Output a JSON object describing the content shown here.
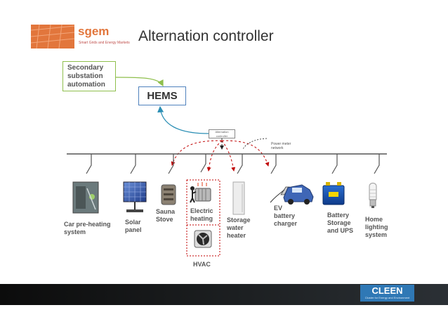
{
  "header": {
    "title": "Alternation controller",
    "logo_name": "sgem",
    "logo_tagline": "Smart Grids and Energy Markets"
  },
  "diagram": {
    "secondary_box": [
      "Secondary",
      "substation",
      "automation"
    ],
    "hems_label": "HEMS",
    "alternation_box": [
      "Alternation",
      "controller"
    ],
    "power_metering_label": [
      "Power meter",
      "network"
    ],
    "devices": [
      {
        "id": "car",
        "label": [
          "Car pre-heating",
          "system"
        ]
      },
      {
        "id": "solar",
        "label": [
          "Solar",
          "panel"
        ]
      },
      {
        "id": "sauna",
        "label": [
          "Sauna",
          "Stove"
        ]
      },
      {
        "id": "electric",
        "label": [
          "Electric",
          "heating"
        ]
      },
      {
        "id": "storage",
        "label": [
          "Storage",
          "water",
          "heater"
        ]
      },
      {
        "id": "ev",
        "label": [
          "EV",
          "battery",
          "charger"
        ]
      },
      {
        "id": "battery",
        "label": [
          "Battery",
          "Storage",
          "and UPS"
        ]
      },
      {
        "id": "home",
        "label": [
          "Home",
          "lighting",
          "system"
        ]
      }
    ],
    "hvac_label": "HVAC"
  },
  "footer": {
    "brand": "CLEEN",
    "tagline": "Cluster for Energy and Environment"
  },
  "colors": {
    "accent_orange": "#e2763c",
    "green_border": "#8fbf4d",
    "blue_border": "#4f81bd",
    "red_dashed": "#c00000",
    "teal_arrow": "#2c8fb5"
  }
}
